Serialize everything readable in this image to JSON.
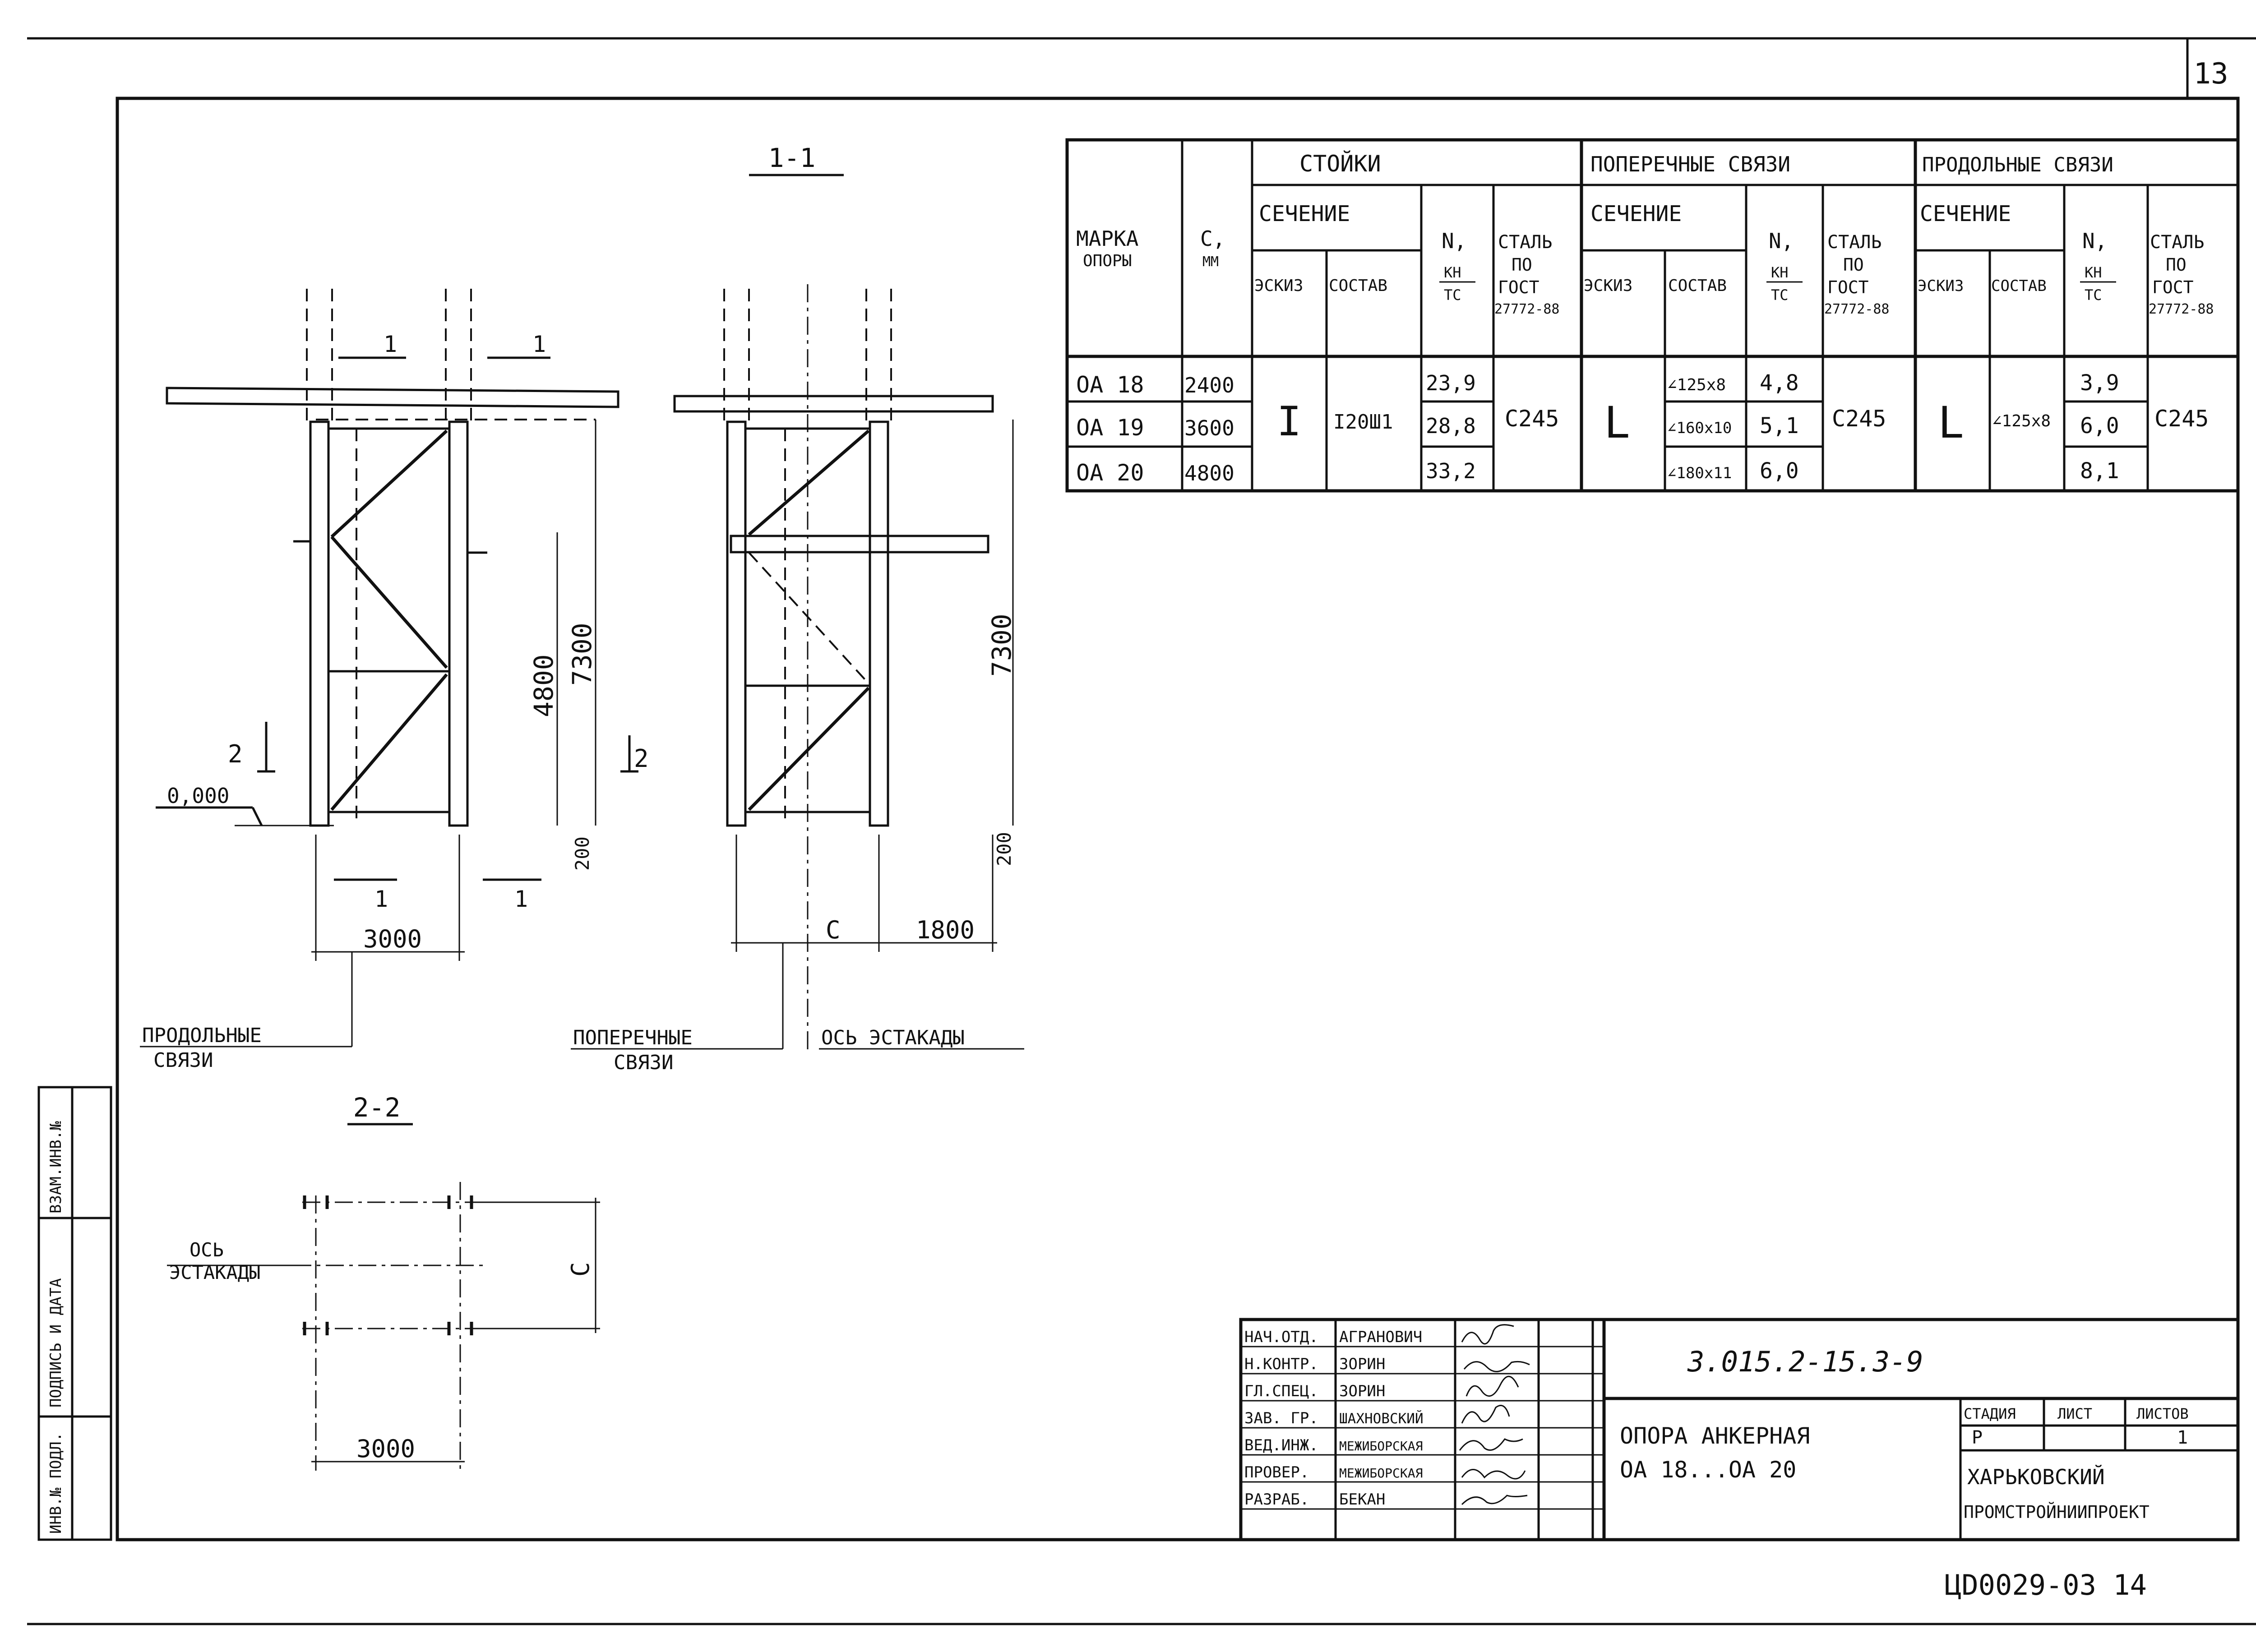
{
  "page": {
    "sheet_number": "13",
    "archive_code": "ЦD0029-03 14"
  },
  "drawing": {
    "section_1": "1-1",
    "section_2": "2-2",
    "cut_1": "1",
    "cut_2": "2",
    "level_zero": "0,000",
    "dim_7300": "7300",
    "dim_4800": "4800",
    "dim_200": "200",
    "dim_3000": "3000",
    "dim_c": "C",
    "dim_1800": "1800",
    "label_longitudinal": [
      "ПРОДОЛЬНЫЕ",
      "СВЯЗИ"
    ],
    "label_transverse": [
      "ПОПЕРЕЧНЫЕ",
      "СВЯЗИ"
    ],
    "label_axis": "ОСЬ ЭСТАКАДЫ",
    "label_axis_2": [
      "ОСЬ",
      "ЭСТАКАДЫ"
    ],
    "dim_c_2": "C",
    "dim_3000_2": "3000"
  },
  "table": {
    "header": {
      "mark": [
        "МАРКА",
        "ОПОРЫ"
      ],
      "c": [
        "C,",
        "ММ"
      ],
      "posts": "СТОЙКИ",
      "transverse": "ПОПЕРЕЧНЫЕ СВЯЗИ",
      "longitudinal": "ПРОДОЛЬНЫЕ СВЯЗИ",
      "section": "СЕЧЕНИЕ",
      "sketch": "ЭСКИЗ",
      "composition": "СОСТАВ",
      "n_top": "N,",
      "n_frac": [
        "КН",
        "ТС"
      ],
      "steel": [
        "СТАЛЬ",
        "ПО",
        "ГОСТ",
        "27772-88"
      ]
    },
    "rows": [
      {
        "mark": "ОА 18",
        "c": "2400",
        "post_n": "23,9",
        "tr_comp": "∠125x8",
        "tr_n": "4,8",
        "lg_n": "3,9"
      },
      {
        "mark": "ОА 19",
        "c": "3600",
        "post_n": "28,8",
        "tr_comp": "∠160x10",
        "tr_n": "5,1",
        "lg_n": "6,0"
      },
      {
        "mark": "ОА 20",
        "c": "4800",
        "post_n": "33,2",
        "tr_comp": "∠180x11",
        "tr_n": "6,0",
        "lg_n": "8,1"
      }
    ],
    "merged": {
      "post_sketch": "I",
      "post_comp": "I20Ш1",
      "post_steel": "C245",
      "tr_sketch": "L",
      "tr_steel": "C245",
      "lg_sketch": "L",
      "lg_comp": "∠125x8",
      "lg_steel": "C245"
    }
  },
  "side_stamp": [
    "ИНВ.№ ПОДЛ.",
    "ПОДПИСЬ И ДАТА",
    "ВЗАМ.ИНВ.№"
  ],
  "title_block": {
    "roles": [
      "НАЧ.ОТД.",
      "Н.КОНТР.",
      "ГЛ.СПЕЦ.",
      "ЗАВ. ГР.",
      "ВЕД.ИНЖ.",
      "ПРОВЕР.",
      "РАЗРАБ."
    ],
    "names": [
      "АГРАНОВИЧ",
      "ЗОРИН",
      "ЗОРИН",
      "ШАХНОВСКИЙ",
      "МЕЖИБОРСКАЯ",
      "МЕЖИБОРСКАЯ",
      "БЕКАН"
    ],
    "doc_code": "3.015.2-15.3-9",
    "title": [
      "ОПОРА АНКЕРНАЯ",
      "ОА 18...ОА 20"
    ],
    "stage_label": "СТАДИЯ",
    "sheet_label": "ЛИСТ",
    "sheets_label": "ЛИСТОВ",
    "stage": "Р",
    "sheets": "1",
    "org": [
      "ХАРЬКОВСКИЙ",
      "ПРОМСТРОЙНИИПРОЕКТ"
    ]
  }
}
